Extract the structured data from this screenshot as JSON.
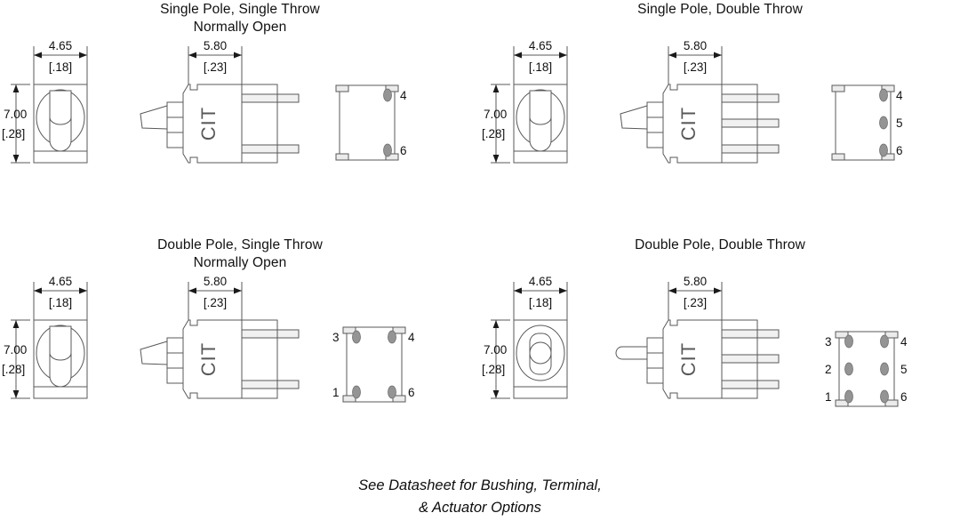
{
  "drawing": {
    "kind": "switch-outline-drawing",
    "units_note": "millimeters with [inches] in brackets",
    "line_color": "#58585a",
    "hole_fill": "#949494",
    "text_color": "#111111"
  },
  "caption": "See Datasheet for Bushing, Terminal,\n& Actuator Options",
  "variants": [
    {
      "id": "spst-no",
      "title": "Single Pole, Single Throw\nNormally Open",
      "title_lines": [
        "Single Pole, Single Throw",
        "Normally Open"
      ],
      "front_view": {
        "name": "front-view",
        "width_dim": {
          "metric": "4.65",
          "imperial": "[.18]"
        },
        "height_dim": {
          "metric": "7.00",
          "imperial": "[.28]"
        },
        "actuator_style": "tilted-lever"
      },
      "side_view": {
        "name": "side-view",
        "width_dim": {
          "metric": "5.80",
          "imperial": "[.23]"
        },
        "logo": "CIT",
        "actuator_style": "tilted-lever",
        "terminal_count": 2
      },
      "bottom_view": {
        "name": "bottom-view",
        "pin_count": 2,
        "pins": [
          {
            "label": "4",
            "col": "right",
            "row": "top"
          },
          {
            "label": "6",
            "col": "right",
            "row": "bottom"
          }
        ]
      }
    },
    {
      "id": "spdt",
      "title": "Single Pole, Double Throw",
      "title_lines": [
        "Single Pole, Double Throw"
      ],
      "front_view": {
        "name": "front-view",
        "width_dim": {
          "metric": "4.65",
          "imperial": "[.18]"
        },
        "height_dim": {
          "metric": "7.00",
          "imperial": "[.28]"
        },
        "actuator_style": "tilted-lever"
      },
      "side_view": {
        "name": "side-view",
        "width_dim": {
          "metric": "5.80",
          "imperial": "[.23]"
        },
        "logo": "CIT",
        "actuator_style": "tilted-lever",
        "terminal_count": 3
      },
      "bottom_view": {
        "name": "bottom-view",
        "pin_count": 3,
        "pins": [
          {
            "label": "4",
            "col": "right",
            "row": "top"
          },
          {
            "label": "5",
            "col": "right",
            "row": "middle"
          },
          {
            "label": "6",
            "col": "right",
            "row": "bottom"
          }
        ]
      }
    },
    {
      "id": "dpst-no",
      "title": "Double Pole, Single Throw\nNormally Open",
      "title_lines": [
        "Double Pole, Single Throw",
        "Normally Open"
      ],
      "front_view": {
        "name": "front-view",
        "width_dim": {
          "metric": "4.65",
          "imperial": "[.18]"
        },
        "height_dim": {
          "metric": "7.00",
          "imperial": "[.28]"
        },
        "actuator_style": "tilted-lever"
      },
      "side_view": {
        "name": "side-view",
        "width_dim": {
          "metric": "5.80",
          "imperial": "[.23]"
        },
        "logo": "CIT",
        "actuator_style": "tilted-lever",
        "terminal_count": 2
      },
      "bottom_view": {
        "name": "bottom-view",
        "pin_count": 4,
        "pins": [
          {
            "label": "3",
            "col": "left",
            "row": "top"
          },
          {
            "label": "4",
            "col": "right",
            "row": "top"
          },
          {
            "label": "1",
            "col": "left",
            "row": "bottom"
          },
          {
            "label": "6",
            "col": "right",
            "row": "bottom"
          }
        ]
      }
    },
    {
      "id": "dpdt",
      "title": "Double Pole, Double Throw",
      "title_lines": [
        "Double Pole, Double Throw"
      ],
      "front_view": {
        "name": "front-view",
        "width_dim": {
          "metric": "4.65",
          "imperial": "[.18]"
        },
        "height_dim": {
          "metric": "7.00",
          "imperial": "[.28]"
        },
        "actuator_style": "centered-upright"
      },
      "side_view": {
        "name": "side-view",
        "width_dim": {
          "metric": "5.80",
          "imperial": "[.23]"
        },
        "logo": "CIT",
        "actuator_style": "centered-straight",
        "terminal_count": 3
      },
      "bottom_view": {
        "name": "bottom-view",
        "pin_count": 6,
        "pins": [
          {
            "label": "3",
            "col": "left",
            "row": "top"
          },
          {
            "label": "4",
            "col": "right",
            "row": "top"
          },
          {
            "label": "2",
            "col": "left",
            "row": "middle"
          },
          {
            "label": "5",
            "col": "right",
            "row": "middle"
          },
          {
            "label": "1",
            "col": "left",
            "row": "bottom"
          },
          {
            "label": "6",
            "col": "right",
            "row": "bottom"
          }
        ]
      }
    }
  ]
}
